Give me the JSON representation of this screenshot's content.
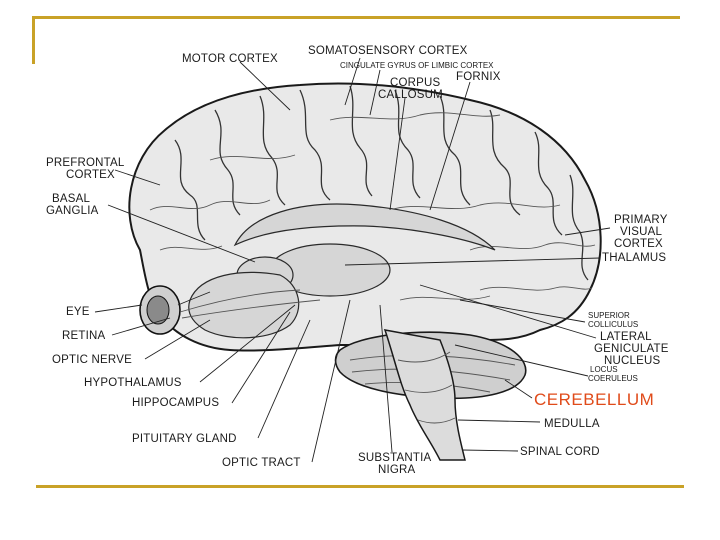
{
  "colors": {
    "rule": "#c9a227",
    "highlight": "#e04b1a",
    "ink": "#1b1b1b"
  },
  "labels": {
    "motor_cortex": "MOTOR CORTEX",
    "somatosensory_cortex": "SOMATOSENSORY CORTEX",
    "cingulate_gyrus": "CINGULATE GYRUS OF LIMBIC CORTEX",
    "corpus_callosum_1": "CORPUS",
    "corpus_callosum_2": "CALLOSUM",
    "fornix": "FORNIX",
    "prefrontal_cortex_1": "PREFRONTAL",
    "prefrontal_cortex_2": "CORTEX",
    "basal_ganglia_1": "BASAL",
    "basal_ganglia_2": "GANGLIA",
    "primary_visual_cortex_1": "PRIMARY",
    "primary_visual_cortex_2": "VISUAL",
    "primary_visual_cortex_3": "CORTEX",
    "thalamus": "THALAMUS",
    "eye": "EYE",
    "retina": "RETINA",
    "optic_nerve": "OPTIC NERVE",
    "hypothalamus": "HYPOTHALAMUS",
    "hippocampus": "HIPPOCAMPUS",
    "pituitary_gland": "PITUITARY GLAND",
    "optic_tract": "OPTIC TRACT",
    "substantia_nigra_1": "SUBSTANTIA",
    "substantia_nigra_2": "NIGRA",
    "superior_colliculus_1": "SUPERIOR",
    "superior_colliculus_2": "COLLICULUS",
    "lateral_geniculate_1": "LATERAL",
    "lateral_geniculate_2": "GENICULATE",
    "lateral_geniculate_3": "NUCLEUS",
    "locus_coeruleus_1": "LOCUS",
    "locus_coeruleus_2": "COERULEUS",
    "cerebellum": "CEREBELLUM",
    "medulla": "MEDULLA",
    "spinal_cord": "SPINAL CORD"
  }
}
